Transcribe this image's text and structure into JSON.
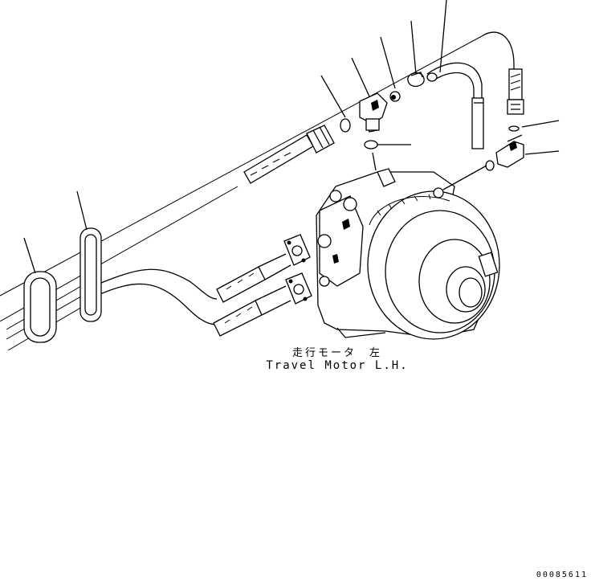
{
  "diagram": {
    "caption_jp": "走行モータ　左",
    "caption_en": "Travel Motor L.H.",
    "document_id": "00085611"
  }
}
